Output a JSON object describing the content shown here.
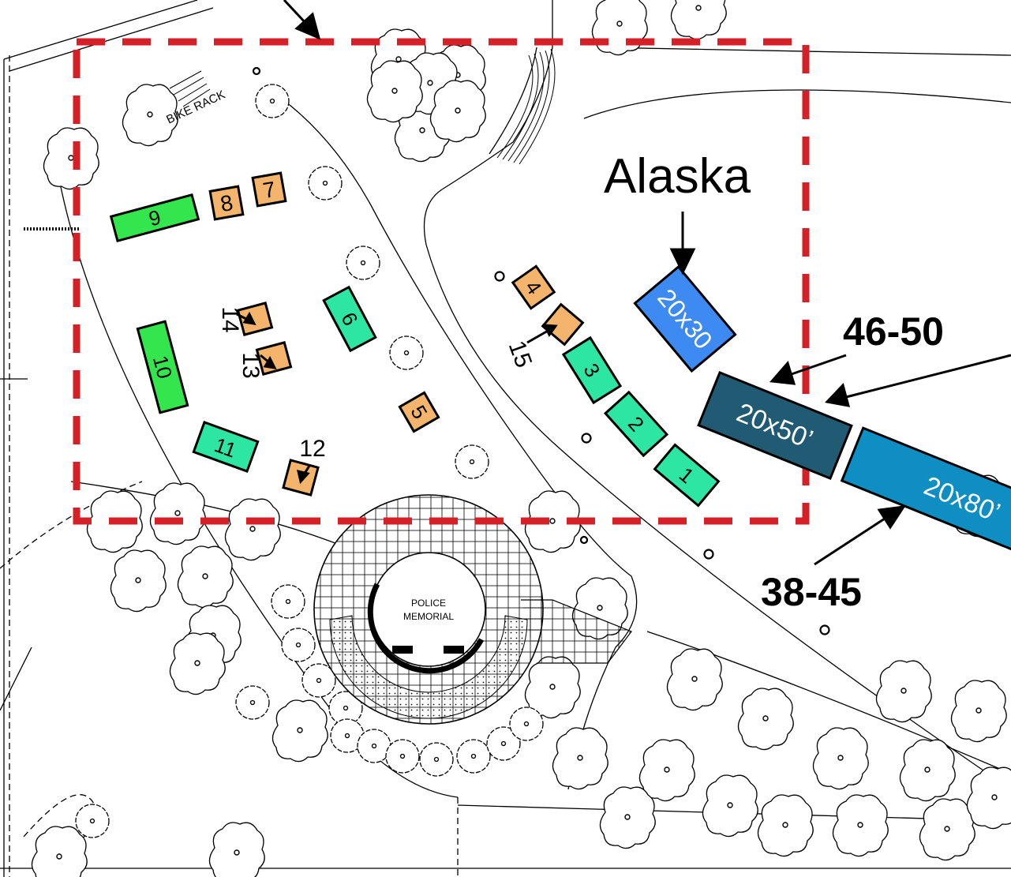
{
  "colors": {
    "boundary": "#d62028",
    "green_booth": "#33e64d",
    "teal_booth": "#2ee6a4",
    "orange_booth": "#f5b46b",
    "alaska_booth": "#3d8bf2",
    "dark_booth": "#215a73",
    "blue_booth": "#0f8ec4"
  },
  "labels": {
    "alaska": "Alaska",
    "range_46_50": "46-50",
    "range_38_45": "38-45",
    "bike_rack": "BIKE RACK",
    "memorial_line1": "POLICE",
    "memorial_line2": "MEMORIAL"
  },
  "booths": {
    "b1": "1",
    "b2": "2",
    "b3": "3",
    "b4": "4",
    "b5": "5",
    "b6": "6",
    "b7": "7",
    "b8": "8",
    "b9": "9",
    "b10": "10",
    "b11": "11",
    "b12": "12",
    "b13": "13",
    "b14": "14",
    "b15": "15",
    "alaska": "20x30",
    "dark": "20x50’",
    "blue": "20x80’"
  }
}
